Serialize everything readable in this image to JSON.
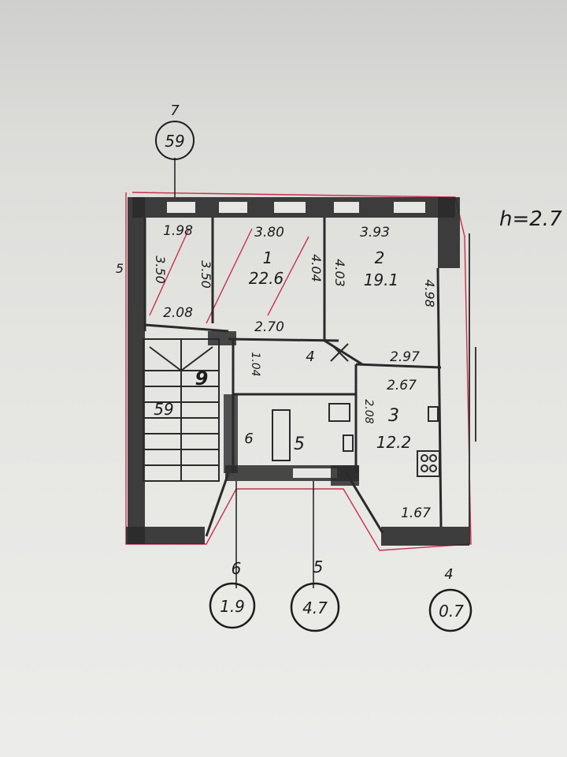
{
  "height_note": "h=2.7",
  "callouts": {
    "top": {
      "number": "7",
      "value": "59"
    },
    "b1": {
      "number": "6",
      "value": "1.9"
    },
    "b2": {
      "number": "5",
      "value": "4.7"
    },
    "b3": {
      "number": "4",
      "value": "0.7"
    }
  },
  "rooms": {
    "r1": {
      "number": "1",
      "area": "22.6"
    },
    "r2": {
      "number": "2",
      "area": "19.1"
    },
    "r3": {
      "number": "3",
      "area": "12.2"
    },
    "r4": {
      "number": "4"
    },
    "r5": {
      "number": "5"
    },
    "r6": {
      "number": "6"
    },
    "r7": {
      "number": "7"
    }
  },
  "dims": {
    "top_a": "1.98",
    "top_b": "3.80",
    "top_c": "3.93",
    "left_a": "3.50",
    "left_b": "3.50",
    "mid_a": "4.04",
    "mid_b": "4.03",
    "right_a": "4.98",
    "bot_a": "2.08",
    "hall": "2.70",
    "k_top": "2.97",
    "k_mid": "2.67",
    "k_bot": "1.67",
    "hall_v": "1.04",
    "bath_v": "2.08",
    "stair_label": "9",
    "stair_area": "59",
    "left_mark": "5"
  }
}
